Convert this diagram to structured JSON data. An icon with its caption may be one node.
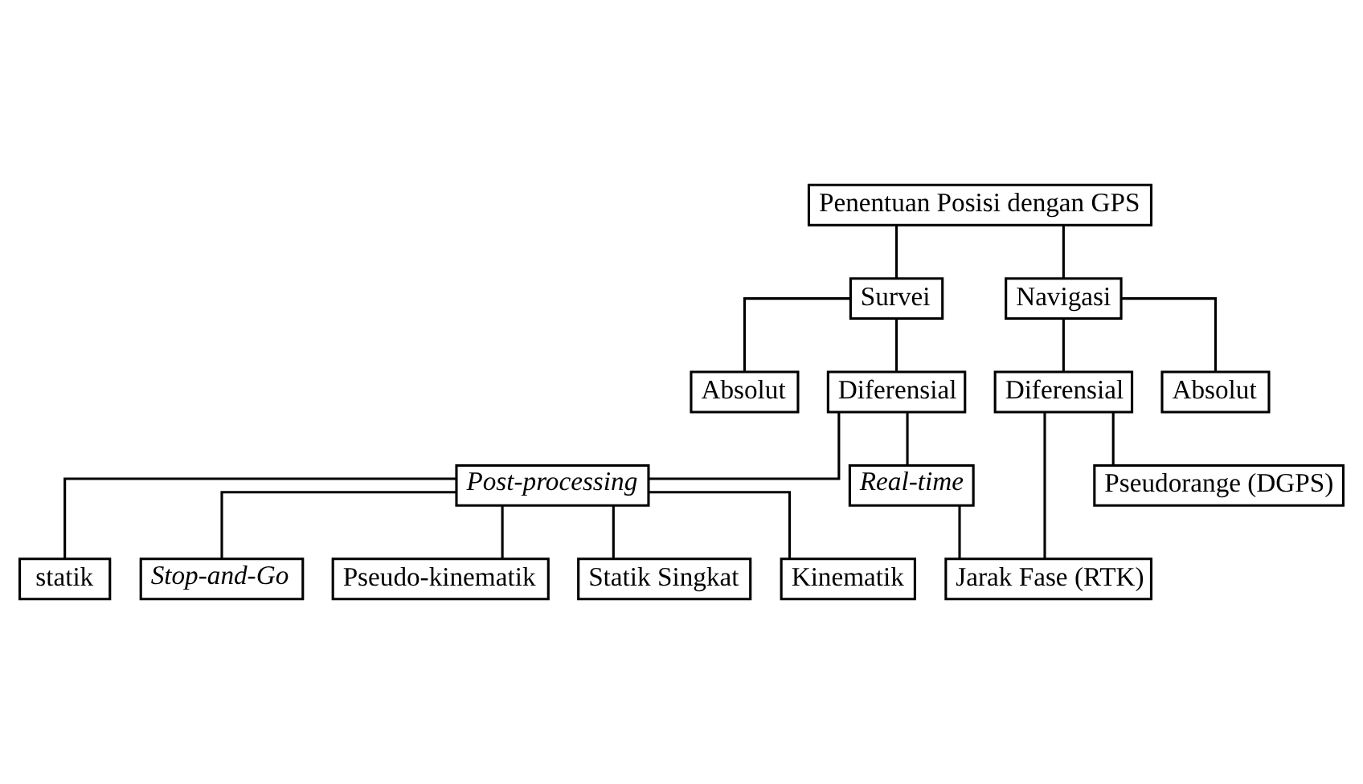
{
  "diagram": {
    "nodes": [
      {
        "text": [
          "Penentuan Posisi dengan GPS"
        ]
      },
      {
        "text": [
          "Survei"
        ]
      },
      {
        "text": [
          "Navigasi"
        ]
      },
      {
        "text": [
          "Absolut"
        ]
      },
      {
        "text": [
          "Diferensial"
        ]
      },
      {
        "text": [
          "Diferensial"
        ]
      },
      {
        "text": [
          "Absolut"
        ]
      },
      {
        "text": [
          "Post-processing"
        ]
      },
      {
        "text": [
          "Real-time"
        ]
      },
      {
        "text": [
          "statik"
        ]
      },
      {
        "text": [
          "Stop-and-Go"
        ]
      },
      {
        "text": [
          "Pseudo-kinematik"
        ]
      },
      {
        "text": [
          "Statik Singkat"
        ]
      },
      {
        "text": [
          "Kinematik"
        ]
      },
      {
        "text": [
          "Jarak Fase (RTK)"
        ]
      },
      {
        "text": [
          "Pseudorange (DGPS)"
        ]
      }
    ],
    "edges": [
      {
        "from": 0,
        "to": 1,
        "arrow": "none"
      },
      {
        "from": 0,
        "to": 2,
        "arrow": "none"
      },
      {
        "from": 1,
        "to": 3,
        "arrow": "none"
      },
      {
        "from": 1,
        "to": 4,
        "arrow": "none"
      },
      {
        "from": 2,
        "to": 5,
        "arrow": "none"
      },
      {
        "from": 2,
        "to": 6,
        "arrow": "none"
      },
      {
        "from": 4,
        "to": 7,
        "arrow": "none"
      },
      {
        "from": 4,
        "to": 8,
        "arrow": "none"
      },
      {
        "from": 7,
        "to": 9,
        "arrow": "none"
      },
      {
        "from": 7,
        "to": 10,
        "arrow": "none"
      },
      {
        "from": 7,
        "to": 11,
        "arrow": "none"
      },
      {
        "from": 7,
        "to": 12,
        "arrow": "none"
      },
      {
        "from": 7,
        "to": 13,
        "arrow": "none"
      },
      {
        "from": 8,
        "to": 14,
        "arrow": "none"
      },
      {
        "from": 5,
        "to": 14,
        "arrow": "none"
      },
      {
        "from": 5,
        "to": 15,
        "arrow": "none"
      }
    ]
  }
}
